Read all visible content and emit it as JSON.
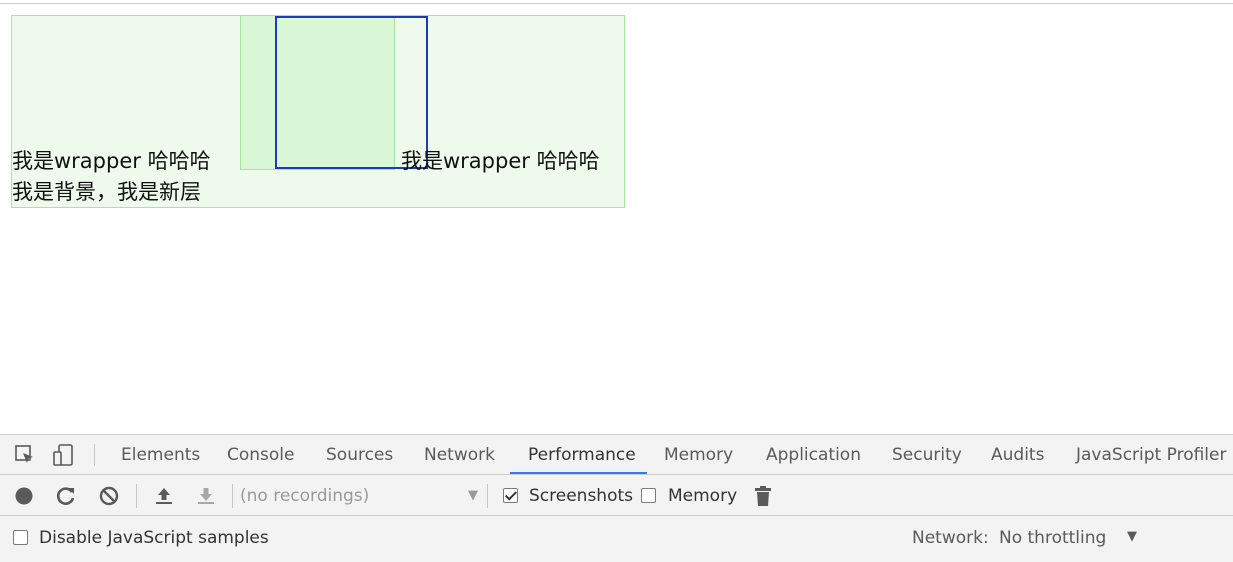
{
  "page": {
    "text_left": "我是wrapper 哈哈哈",
    "text_right": "我是wrapper 哈哈哈",
    "text_bottom": "我是背景，我是新层"
  },
  "devtools": {
    "tabs": [
      {
        "label": "Elements"
      },
      {
        "label": "Console"
      },
      {
        "label": "Sources"
      },
      {
        "label": "Network"
      },
      {
        "label": "Performance",
        "active": true
      },
      {
        "label": "Memory"
      },
      {
        "label": "Application"
      },
      {
        "label": "Security"
      },
      {
        "label": "Audits"
      },
      {
        "label": "JavaScript Profiler"
      }
    ],
    "toolbar": {
      "recordings_placeholder": "(no recordings)",
      "screenshots_label": "Screenshots",
      "screenshots_checked": true,
      "memory_label": "Memory",
      "memory_checked": false
    },
    "settings": {
      "disable_js_samples_label": "Disable JavaScript samples",
      "disable_js_samples_checked": false,
      "network_label": "Network:",
      "network_value": "No throttling"
    },
    "icons": {
      "inspect": "inspect-element-icon",
      "device": "device-toolbar-icon",
      "record": "record-icon",
      "reload": "reload-profile-icon",
      "clear": "clear-icon",
      "load": "load-profile-icon",
      "save": "save-profile-icon",
      "gc": "collect-garbage-icon"
    },
    "colors": {
      "accent": "#3b78e7",
      "wrapper_bg": "#eefaec",
      "wrapper_border": "#a5e6a3",
      "new_layer_border": "#1d3bb5"
    }
  }
}
